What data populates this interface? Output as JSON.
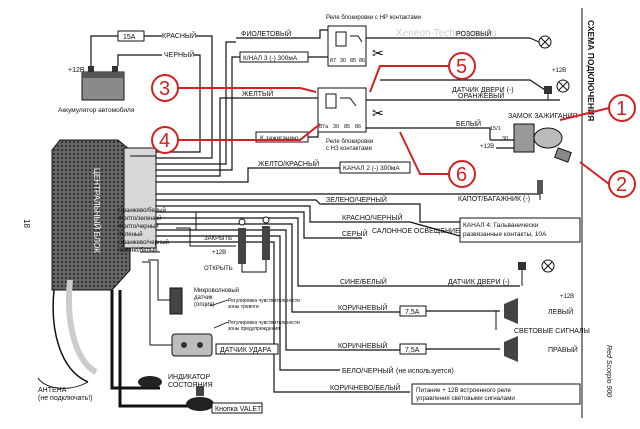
{
  "title_vertical": "СХЕМА ПОДКЛЮЧЕНИЯ",
  "model_vertical": "Red Scorpio 900",
  "page_number": "18",
  "watermark": "Xeneon-TechnoLine.ru",
  "colors": {
    "callout": "#d42020",
    "wire": "#111111"
  },
  "fuse_top": "15A",
  "battery": {
    "plus": "+12В",
    "label": "Аккумулятор автомобиля"
  },
  "central_unit": "ЦЕНТРАЛЬНЫЙ БЛОК",
  "antenna": "АНТЕНА (не подключать!)",
  "top_wires": {
    "red": "КРАСНЫЙ",
    "black": "ЧЕРНЫЙ",
    "violet": "ФИОЛЕТОВЫЙ",
    "pink": "РОЗОВЫЙ"
  },
  "relay_nr": {
    "title": "Реле блокировки с НР контактами",
    "channel": "К/НАЛ 3 (-) 300мА",
    "pins": [
      "87",
      "30",
      "85",
      "86"
    ]
  },
  "relay_nc": {
    "title": "Реле блокировки с НЗ контактами",
    "ignition": "К зажиганию",
    "channel": "КАНАЛ 2 (-) 300мА",
    "pins": [
      "87a",
      "30",
      "85",
      "86"
    ]
  },
  "yellow": "ЖЕЛТЫЙ",
  "orange": "ОРАНЖЕВЫЙ",
  "white": "БЕЛЫЙ",
  "yellow_red": "ЖЕЛТО/КРАСНЫЙ",
  "green_black": "ЗЕЛЕНО/ЧЕРНЫЙ",
  "red_black": "КРАСНО/ЧЕРНЫЙ",
  "gray": "СЕРЫЙ",
  "interior_light": "САЛОННОЕ ОСВЕЩЕНИЕ",
  "channel4": "КАНАЛ 4: Гальванически развязанные контакты, 10А",
  "door_sensor": "ДАТЧИК ДВЕРИ (-)",
  "door_sensor2": "ДАТЧИК ДВЕРИ (-)",
  "ignition_lock": {
    "title": "ЗАМОК ЗАЖИГАНИЯ",
    "plus": "+12В",
    "pins": [
      "15/1",
      "30"
    ]
  },
  "hood_trunk": "КАПОТ/БАГАЖНИК (-)",
  "plus12": "+12В",
  "blue_white": "СИНЕ/БЕЛЫЙ",
  "brown1": "КОРИЧНЕВЫЙ",
  "brown2": "КОРИЧНЕВЫЙ",
  "fuse_signal1": "7,5А",
  "fuse_signal2": "7,5А",
  "left": "ЛЕВЫЙ",
  "right": "ПРАВЫЙ",
  "signals": "СВЕТОВЫЕ СИГНАЛЫ",
  "white_black": "БЕЛО/ЧЕРНЫЙ",
  "not_used": "(не используется)",
  "brown_white": "КОРИЧНЕВО/БЕЛЫЙ",
  "relay_power": "Питание + 12В встроенного реле управления световыми сигналами",
  "cu_wires": [
    "Оранжево/белый",
    "Желто/зеленый",
    "Желто/черный",
    "Зеленый",
    "Оранжево/черный",
    "Зелено/белый"
  ],
  "close": "ЗАКРЫТЬ",
  "open": "ОТКРЫТЬ",
  "plus_lock": "+12В",
  "microwave": "Микроволновый датчик (опция)",
  "adj_alarm": "Регулировка чувствительности зоны тревоги",
  "adj_warn": "Регулировка чувствительности зоны предупреждения",
  "shock_sensor": "ДАТЧИК УДАРА",
  "indicator": "ИНДИКАТОР СОСТОЯНИЯ",
  "valet": "Кнопка VALET",
  "callouts": [
    "1",
    "2",
    "3",
    "4",
    "5",
    "6"
  ]
}
